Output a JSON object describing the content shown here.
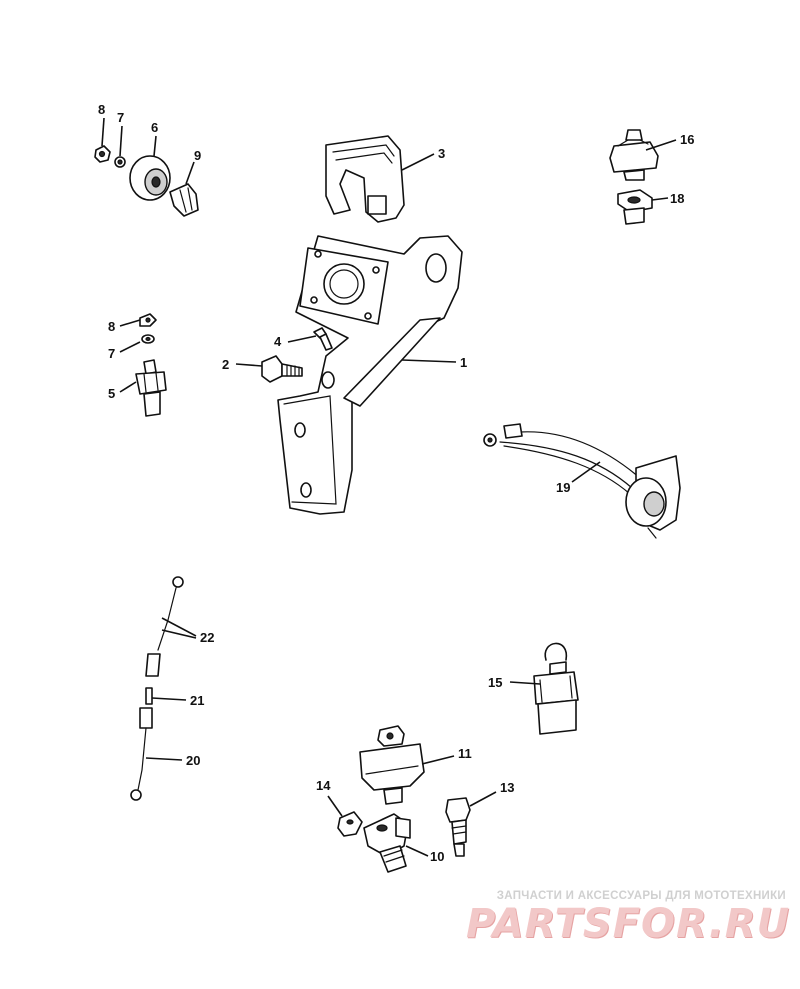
{
  "callouts": {
    "c1": "1",
    "c2": "2",
    "c3": "3",
    "c4": "4",
    "c5": "5",
    "c6": "6",
    "c7a": "7",
    "c7b": "7",
    "c8a": "8",
    "c8b": "8",
    "c9": "9",
    "c10": "10",
    "c11": "11",
    "c13": "13",
    "c14": "14",
    "c15": "15",
    "c16": "16",
    "c18": "18",
    "c19": "19",
    "c20": "20",
    "c21": "21",
    "c22": "22"
  },
  "watermark": {
    "tagline": "ЗАПЧАСТИ И АКСЕССУАРЫ ДЛЯ МОТОТЕХНИКИ",
    "logo": "PARTSFOR.RU"
  }
}
